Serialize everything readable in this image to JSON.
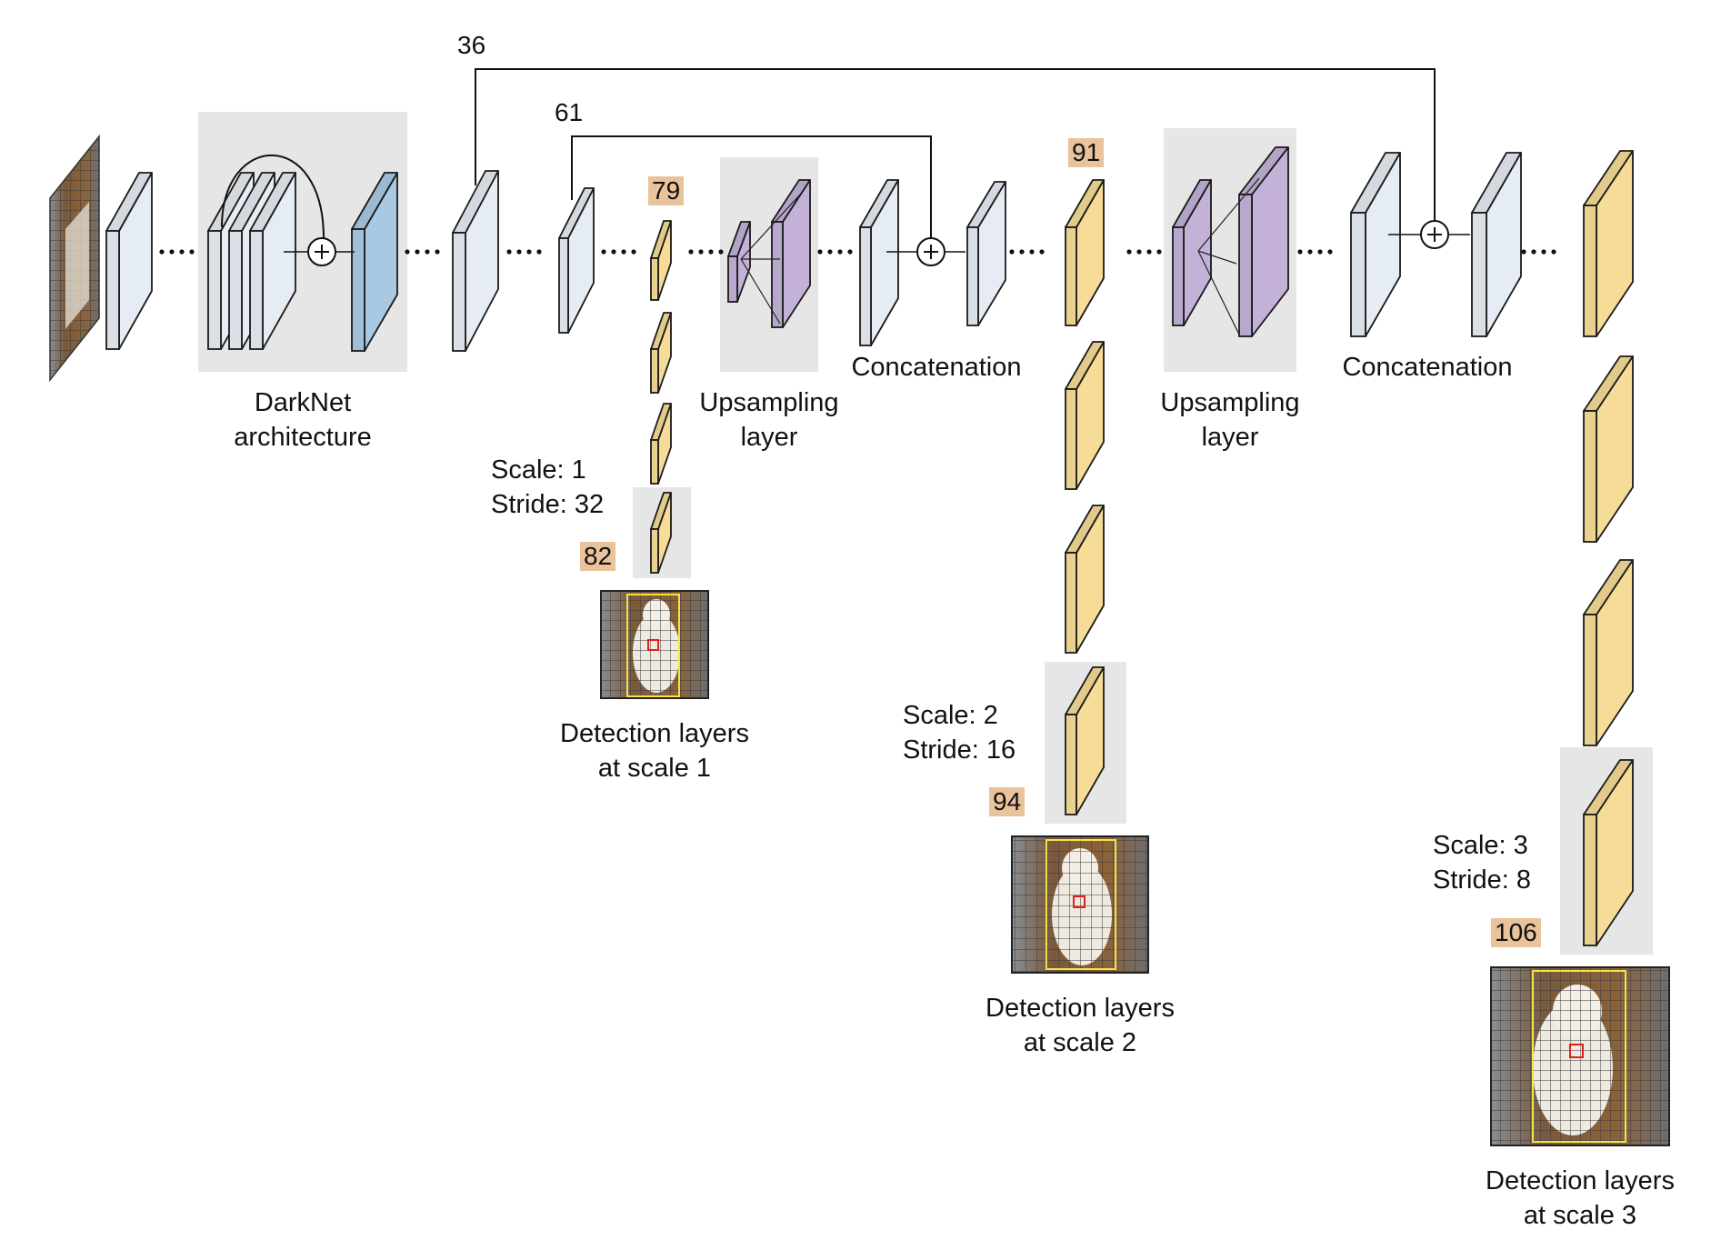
{
  "labels": {
    "darknet": [
      "DarkNet",
      "architecture"
    ],
    "upsampling1": [
      "Upsampling",
      "layer"
    ],
    "upsampling2": [
      "Upsampling",
      "layer"
    ],
    "concat1": "Concatenation",
    "concat2": "Concatenation",
    "scale1": [
      "Scale: 1",
      "Stride: 32"
    ],
    "scale2": [
      "Scale: 2",
      "Stride: 16"
    ],
    "scale3": [
      "Scale: 3",
      "Stride: 8"
    ],
    "det1": [
      "Detection layers",
      "at scale 1"
    ],
    "det2": [
      "Detection layers",
      "at scale 2"
    ],
    "det3": [
      "Detection layers",
      "at scale 3"
    ]
  },
  "layer_numbers": {
    "skip36": "36",
    "skip61": "61",
    "l79": "79",
    "l82": "82",
    "l91": "91",
    "l94": "94",
    "l106": "106"
  },
  "colors": {
    "conv": "#e6ecf3",
    "darknet_block": "#a9c9e3",
    "upsample": "#c3b1d8",
    "detection": "#f6dc97",
    "shade": "#e6e6e6",
    "badge": "#e9c39b",
    "bbox": "#f3e24a",
    "center_cell": "#e02020"
  },
  "icons": [
    "plus-circle-icon",
    "dog-image-thumbnail"
  ]
}
